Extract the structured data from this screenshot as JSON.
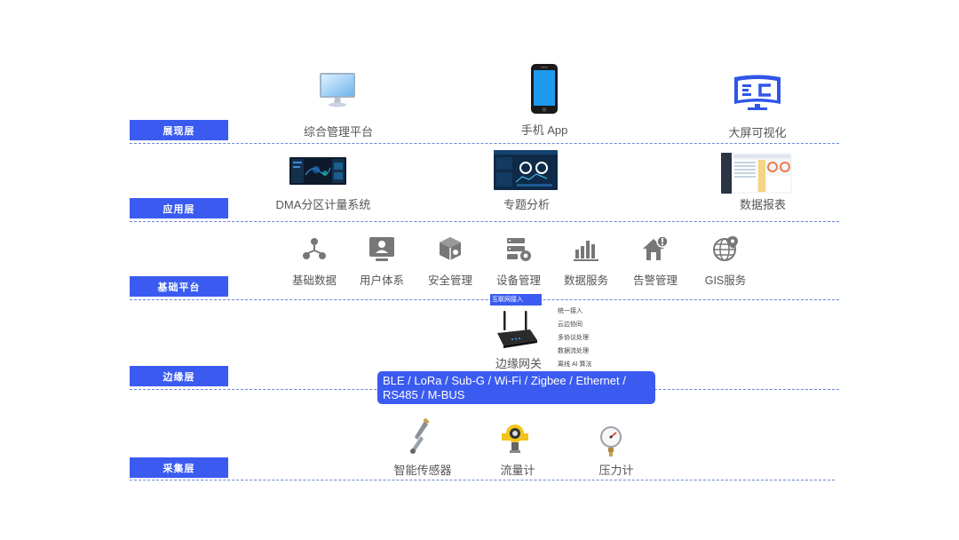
{
  "layers": {
    "presentation": "展现层",
    "application": "应用层",
    "platform": "基础平台",
    "edge": "边缘层",
    "collection": "采集层"
  },
  "presentation_items": [
    {
      "label": "综合管理平台",
      "icon": "monitor-icon"
    },
    {
      "label": "手机 App",
      "icon": "phone-icon"
    },
    {
      "label": "大屏可视化",
      "icon": "big-screen-icon"
    }
  ],
  "application_items": [
    {
      "label": "DMA分区计量系统"
    },
    {
      "label": "专题分析"
    },
    {
      "label": "数据报表"
    }
  ],
  "platform_items": [
    {
      "label": "基础数据",
      "icon": "nodes-icon"
    },
    {
      "label": "用户体系",
      "icon": "user-card-icon"
    },
    {
      "label": "安全管理",
      "icon": "security-cube-icon"
    },
    {
      "label": "设备管理",
      "icon": "device-settings-icon"
    },
    {
      "label": "数据服务",
      "icon": "bar-chart-icon"
    },
    {
      "label": "告警管理",
      "icon": "alert-house-icon"
    },
    {
      "label": "GIS服务",
      "icon": "globe-pin-icon"
    }
  ],
  "edge": {
    "tag": "互联网接入",
    "gateway_label": "边缘网关",
    "features": [
      "统一接入",
      "云边协同",
      "多协议处理",
      "数据流处理",
      "离线 AI 算法"
    ],
    "protocols": "BLE / LoRa / Sub-G / Wi-Fi / Zigbee / Ethernet / RS485  / M-BUS"
  },
  "collection_items": [
    {
      "label": "智能传感器",
      "icon": "sensor-icon"
    },
    {
      "label": "流量计",
      "icon": "flowmeter-icon"
    },
    {
      "label": "压力计",
      "icon": "pressure-gauge-icon"
    }
  ],
  "colors": {
    "accent": "#3b5bf0",
    "divider": "#6a86d8"
  }
}
